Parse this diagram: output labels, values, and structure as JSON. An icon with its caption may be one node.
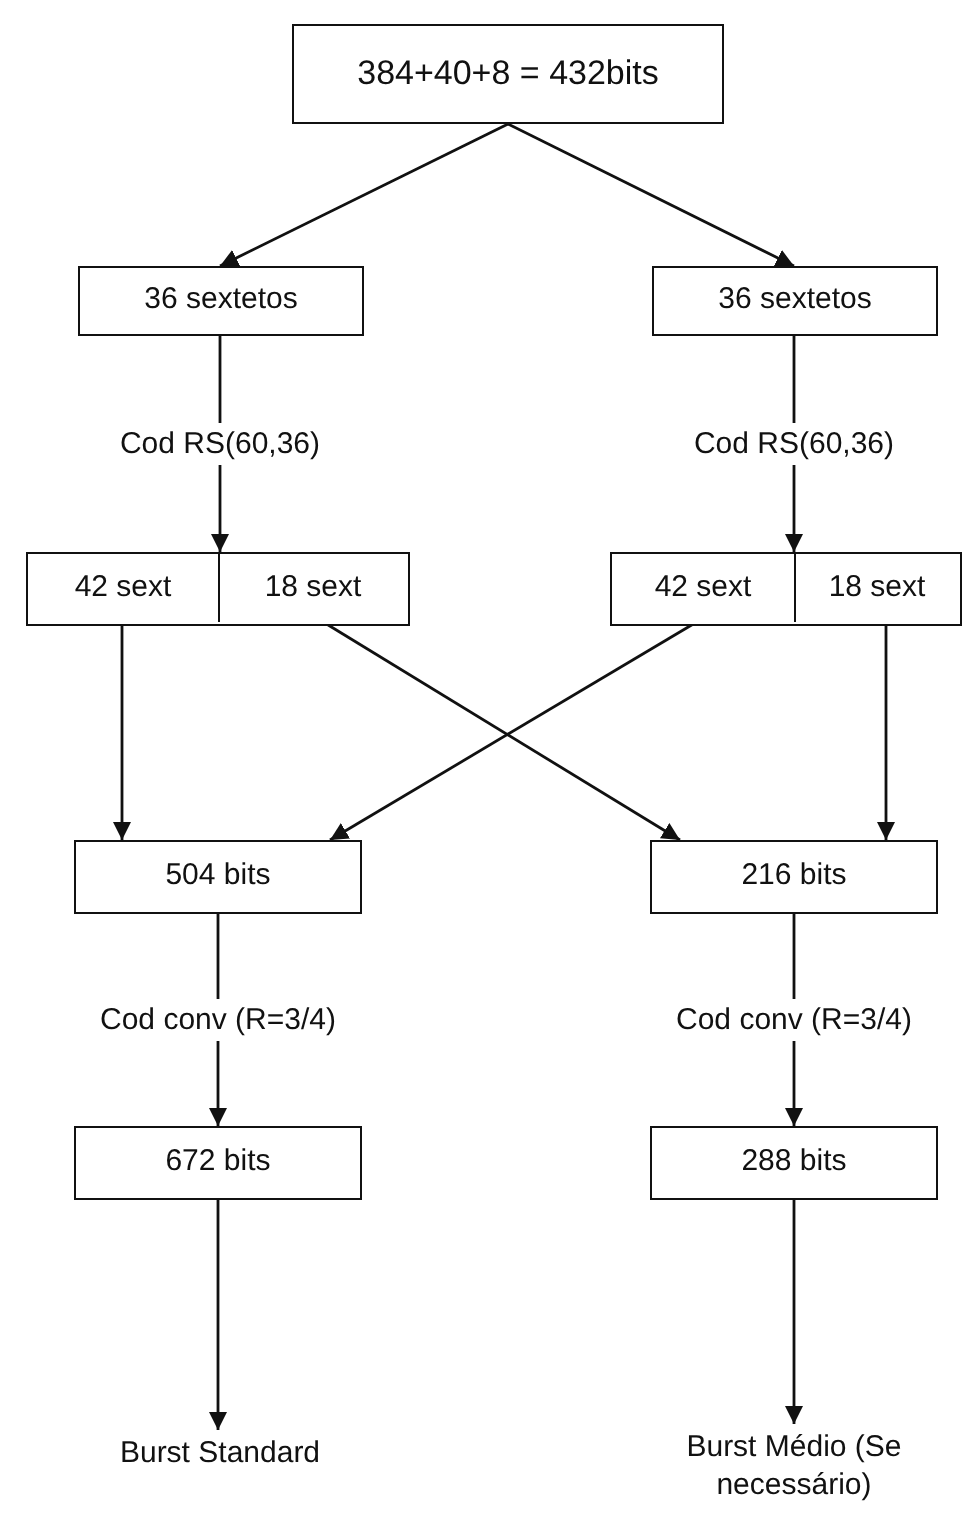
{
  "diagram": {
    "nodes": [
      {
        "text": [
          "384+40+8 = 432bits"
        ]
      },
      {
        "text": [
          "36 sextetos"
        ]
      },
      {
        "text": [
          "36 sextetos"
        ]
      },
      {
        "text": [],
        "shape": "box"
      },
      {
        "text": [
          "42 sext"
        ],
        "in": 3
      },
      {
        "text": [
          "18 sext"
        ],
        "in": 3
      },
      {
        "text": [],
        "shape": "box"
      },
      {
        "text": [
          "42 sext"
        ],
        "in": 6
      },
      {
        "text": [
          "18 sext"
        ],
        "in": 6
      },
      {
        "text": [
          "504 bits"
        ]
      },
      {
        "text": [
          "216 bits"
        ]
      },
      {
        "text": [
          "672 bits"
        ]
      },
      {
        "text": [
          "288 bits"
        ]
      },
      {
        "text": [
          "Burst Standard"
        ]
      },
      {
        "text": [
          "Burst Médio (Se necessário)"
        ]
      }
    ],
    "edges": [
      {
        "from": 0,
        "to": 1,
        "arrow": "to"
      },
      {
        "from": 0,
        "to": 2,
        "arrow": "to"
      },
      {
        "from": 1,
        "to": 3,
        "arrow": "to",
        "label": "Cod RS(60,36)"
      },
      {
        "from": 2,
        "to": 6,
        "arrow": "to",
        "label": "Cod RS(60,36)"
      },
      {
        "from": 4,
        "to": 9,
        "arrow": "to"
      },
      {
        "from": 5,
        "to": 10,
        "arrow": "to"
      },
      {
        "from": 7,
        "to": 9,
        "arrow": "to"
      },
      {
        "from": 8,
        "to": 10,
        "arrow": "to"
      },
      {
        "from": 9,
        "to": 11,
        "arrow": "to",
        "label": "Cod conv (R=3/4)"
      },
      {
        "from": 10,
        "to": 12,
        "arrow": "to",
        "label": "Cod conv (R=3/4)"
      },
      {
        "from": 11,
        "to": 13,
        "arrow": "to"
      },
      {
        "from": 12,
        "to": 14,
        "arrow": "to"
      }
    ]
  }
}
